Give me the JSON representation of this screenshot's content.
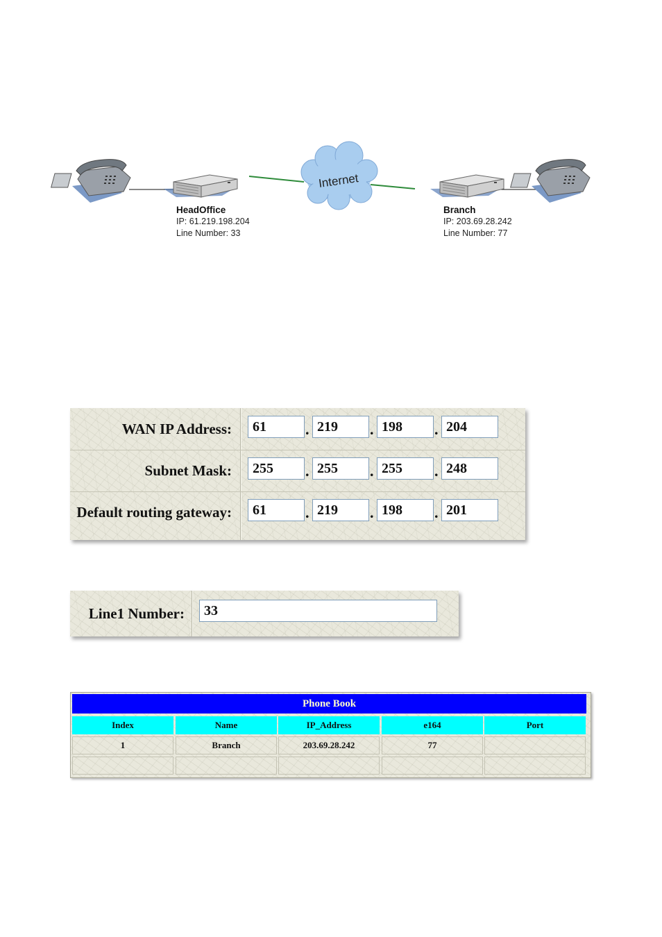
{
  "diagram": {
    "cloud_label": "Internet",
    "head_office": {
      "name": "HeadOffice",
      "ip": "IP: 61.219.198.204",
      "line": "Line Number: 33"
    },
    "branch": {
      "name": "Branch",
      "ip": "IP: 203.69.28.242",
      "line": "Line Number: 77"
    },
    "colors": {
      "link": "#2e8b3a",
      "cloud": "#a9cdef",
      "device": "#d8d8d8"
    }
  },
  "wan_form": {
    "rows": [
      {
        "label": "WAN IP Address:",
        "octets": [
          "61",
          "219",
          "198",
          "204"
        ]
      },
      {
        "label": "Subnet Mask:",
        "octets": [
          "255",
          "255",
          "255",
          "248"
        ]
      },
      {
        "label": "Default routing gateway:",
        "octets": [
          "61",
          "219",
          "198",
          "201"
        ]
      }
    ],
    "separator": "."
  },
  "line_form": {
    "label": "Line1 Number:",
    "value": "33"
  },
  "phone_book": {
    "title": "Phone Book",
    "columns": [
      "Index",
      "Name",
      "IP_Address",
      "e164",
      "Port"
    ],
    "rows": [
      [
        "1",
        "Branch",
        "203.69.28.242",
        "77",
        ""
      ],
      [
        "",
        "",
        "",
        "",
        ""
      ]
    ],
    "colors": {
      "title_bg": "#0000ff",
      "title_text": "#ffffcc",
      "header_bg": "#00ffff"
    }
  }
}
